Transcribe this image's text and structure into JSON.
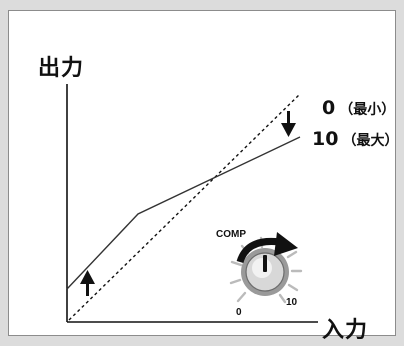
{
  "diagram": {
    "y_axis_label": "出力",
    "x_axis_label": "入力",
    "curve_labels": {
      "min": {
        "value": "0",
        "note": "（最小）"
      },
      "max": {
        "value": "10",
        "note": "（最大）"
      }
    },
    "knob": {
      "label": "COMP",
      "min": "0",
      "max": "10"
    },
    "arrows": [
      "down-arrow",
      "up-arrow",
      "clockwise-arrow"
    ]
  }
}
